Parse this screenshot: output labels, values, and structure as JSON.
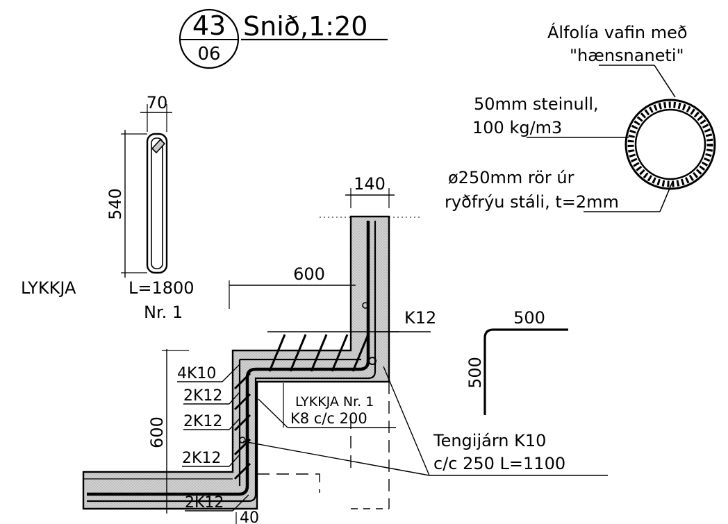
{
  "title": {
    "detail_number": "43",
    "sheet_number": "06",
    "caption": "Snið,1:20"
  },
  "pipe": {
    "wrap_note_line1": "Álfolía vafin með",
    "wrap_note_line2": "\"hænsnaneti\"",
    "insulation_line1": "50mm steinull,",
    "insulation_line2": "100 kg/m3",
    "pipe_line1": "ø250mm rör úr",
    "pipe_line2": "ryðfrýu stáli, t=2mm"
  },
  "stirrup": {
    "width_dim": "70",
    "height_dim": "540",
    "name": "LYKKJA",
    "length": "L=1800",
    "number": "Nr. 1"
  },
  "section": {
    "wall_width_dim": "140",
    "depth_dim": "600",
    "height_dim": "600",
    "cover_dim": "40",
    "top_bar_label": "K12",
    "bars_corner": "4K10",
    "bars_1": "2K12",
    "bars_2": "2K12",
    "bars_3": "2K12",
    "bars_4": "2K12",
    "stirrup_ref": "LYKKJA Nr. 1",
    "stirrup_spacing": "K8 c/c 200",
    "dowel_line1": "Tengijárn K10",
    "dowel_line2": "c/c 250 L=1100"
  },
  "bent_bar": {
    "horizontal_dim": "500",
    "vertical_dim": "500"
  }
}
